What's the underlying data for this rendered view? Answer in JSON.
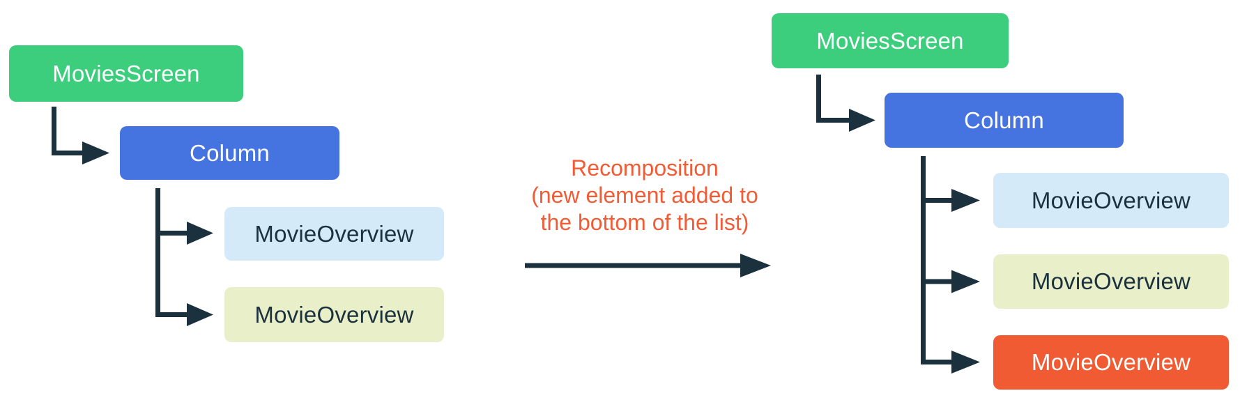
{
  "colors": {
    "background": "#ffffff",
    "node_green": "#3dce7d",
    "node_blue": "#4573df",
    "node_light_blue": "#d4eaf8",
    "node_cream": "#e9efc9",
    "node_orange": "#f05b33",
    "connector_dark": "#1b323e",
    "annotation_orange": "#f15b35"
  },
  "left_tree": {
    "movies_screen_label": "MoviesScreen",
    "column_label": "Column",
    "movie_overview_1_label": "MovieOverview",
    "movie_overview_2_label": "MovieOverview"
  },
  "right_tree": {
    "movies_screen_label": "MoviesScreen",
    "column_label": "Column",
    "movie_overview_1_label": "MovieOverview",
    "movie_overview_2_label": "MovieOverview",
    "movie_overview_3_label": "MovieOverview"
  },
  "annotation": {
    "line1": "Recomposition",
    "line2": "(new element added to",
    "line3": "the bottom of the list)"
  }
}
